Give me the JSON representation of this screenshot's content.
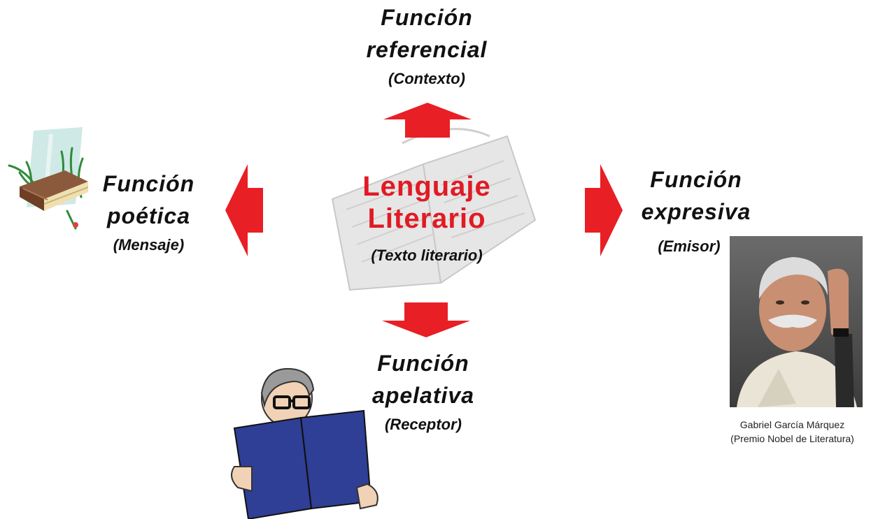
{
  "center": {
    "title_line1": "Lenguaje",
    "title_line2": "Literario",
    "subtitle": "(Texto literario)"
  },
  "functions": {
    "top": {
      "line1": "Función",
      "line2": "referencial",
      "sub": "(Contexto)"
    },
    "left": {
      "line1": "Función",
      "line2": "poética",
      "sub": "(Mensaje)"
    },
    "right": {
      "line1": "Función",
      "line2": "expresiva",
      "sub": "(Emisor)"
    },
    "bottom": {
      "line1": "Función",
      "line2": "apelativa",
      "sub": "(Receptor)"
    }
  },
  "photo_caption": {
    "line1": "Gabriel García Márquez",
    "line2": "(Premio Nobel de Literatura)"
  },
  "colors": {
    "arrow": "#e81f25",
    "center_text": "#e01b24",
    "reader_book": "#2f3f96"
  },
  "icons": {
    "center": "open-book-watermark",
    "left": "closed-book-with-grass",
    "bottom": "man-reading-book",
    "right": "author-portrait-photo"
  }
}
